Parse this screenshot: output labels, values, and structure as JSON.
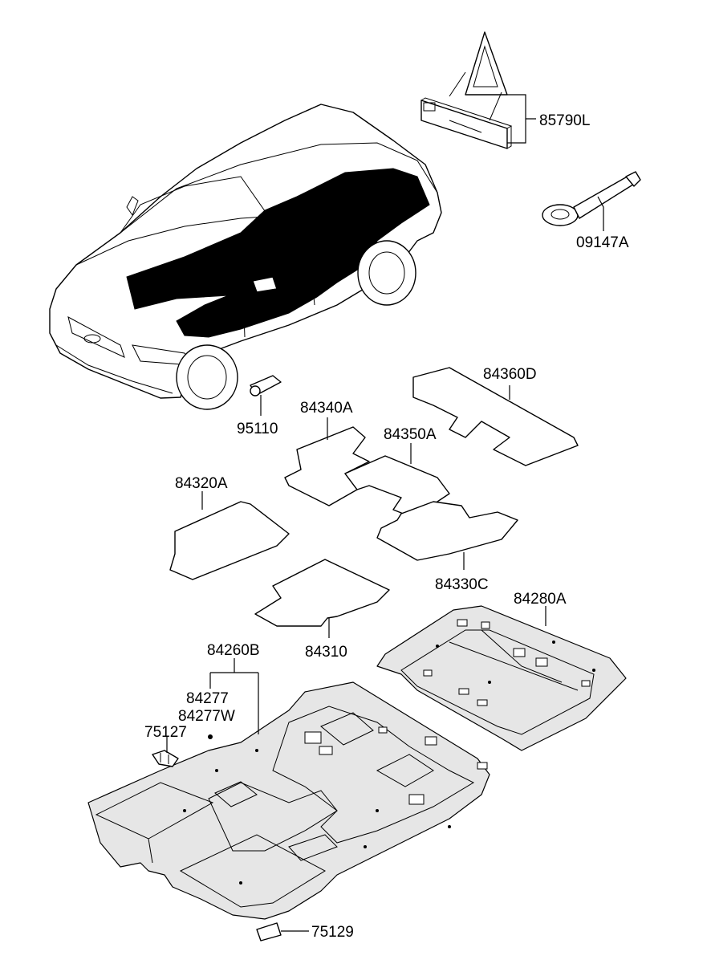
{
  "labels": {
    "l85790L": "85790L",
    "l09147A": "09147A",
    "l95110": "95110",
    "l84360D": "84360D",
    "l84340A": "84340A",
    "l84350A": "84350A",
    "l84320A": "84320A",
    "l84330C": "84330C",
    "l84280A": "84280A",
    "l84310": "84310",
    "l84260B": "84260B",
    "l84277": "84277",
    "l84277W": "84277W",
    "l75127": "75127",
    "l75129": "75129"
  }
}
